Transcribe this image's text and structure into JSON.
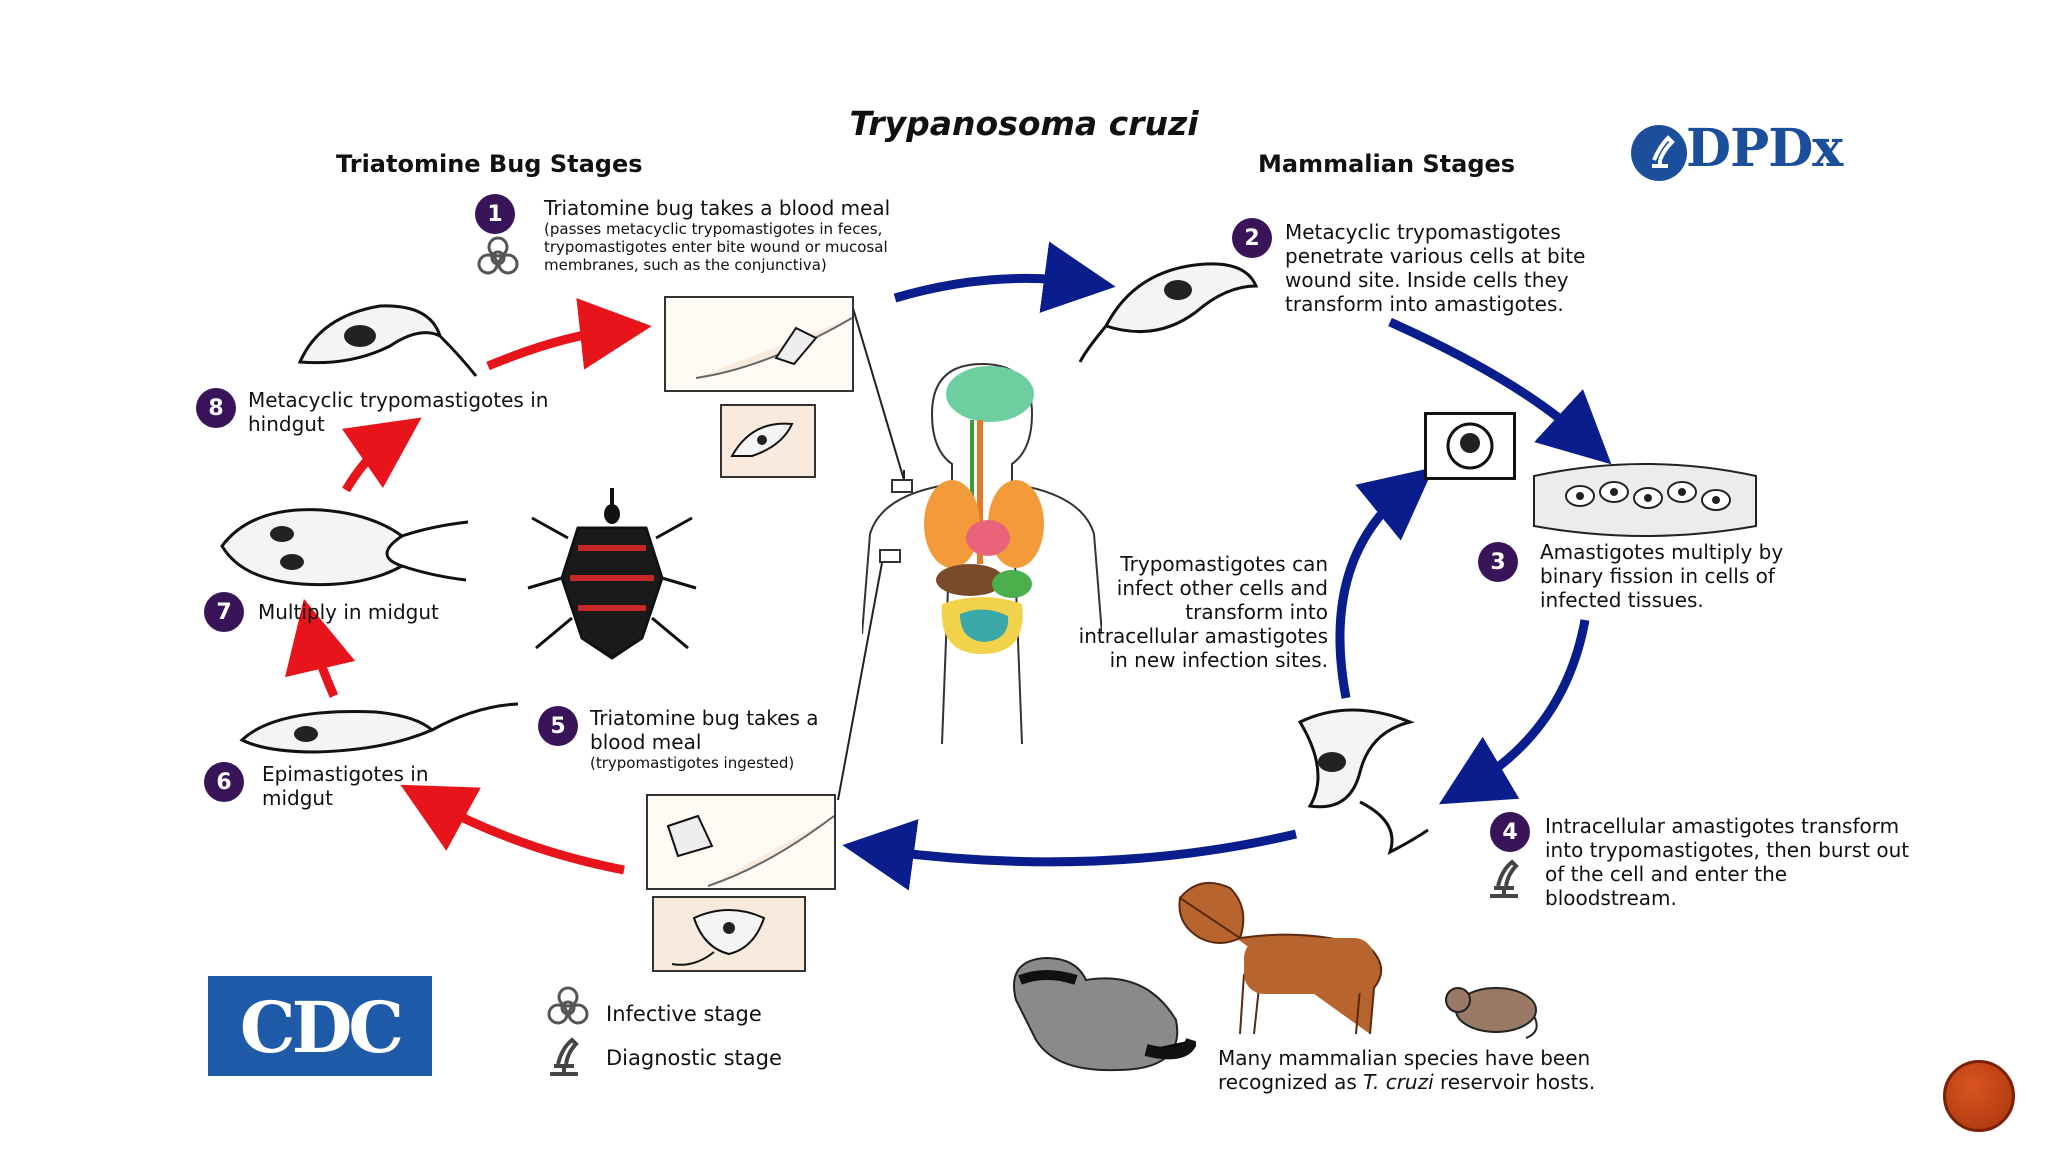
{
  "title": "Trypanosoma cruzi",
  "sections": {
    "bug": "Triatomine Bug Stages",
    "mammal": "Mammalian Stages"
  },
  "logos": {
    "dpdx": "DPDx",
    "cdc": "CDC"
  },
  "steps": [
    {
      "n": "1",
      "text": "Triatomine bug takes a blood meal",
      "note": "(passes metacyclic trypomastigotes in feces, trypomastigotes enter bite wound or mucosal membranes, such as the conjunctiva)"
    },
    {
      "n": "2",
      "text": "Metacyclic trypomastigotes penetrate various cells at bite wound site.  Inside cells they transform into amastigotes."
    },
    {
      "n": "3",
      "text": "Amastigotes multiply by binary fission in cells of infected tissues."
    },
    {
      "n": "4",
      "text": "Intracellular amastigotes transform into trypomastigotes, then burst out of the cell and enter the bloodstream."
    },
    {
      "n": "5",
      "text": "Triatomine bug takes a blood meal",
      "note": "(trypomastigotes ingested)"
    },
    {
      "n": "6",
      "text": "Epimastigotes in midgut"
    },
    {
      "n": "7",
      "text": "Multiply in midgut"
    },
    {
      "n": "8",
      "text": "Metacyclic trypomastigotes in hindgut"
    }
  ],
  "center_note": "Trypomastigotes can infect other cells and transform into intracellular amastigotes in new infection sites.",
  "reservoir_note": {
    "pre": "Many mammalian species have been recognized as ",
    "italic": "T. cruzi",
    "post": " reservoir hosts."
  },
  "legend": {
    "infective": "Infective stage",
    "diagnostic": "Diagnostic stage"
  },
  "colors": {
    "bug_arrow": "#e8141b",
    "mammal_arrow": "#0a1d8c",
    "badge": "#3a1458",
    "dpdx": "#1b4f9c",
    "cdc": "#1e5aa8"
  },
  "icons": [
    "biohazard-icon",
    "microscope-icon"
  ]
}
